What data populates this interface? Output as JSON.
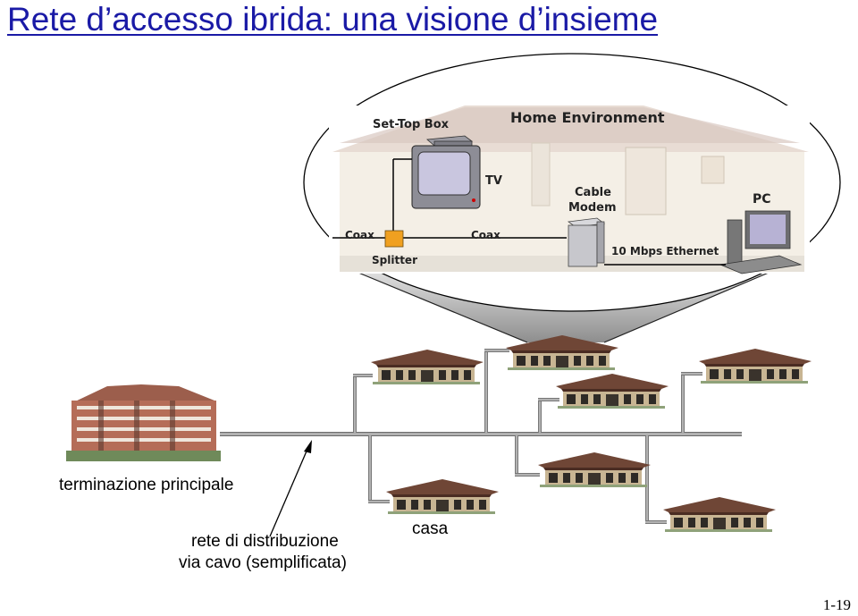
{
  "title": "Rete d’accesso ibrida: una visione d’insieme",
  "home_environment": {
    "heading": "Home Environment",
    "set_top_box": "Set-Top Box",
    "tv": "TV",
    "cable_modem_line1": "Cable",
    "cable_modem_line2": "Modem",
    "pc": "PC",
    "coax_left": "Coax",
    "coax_right": "Coax",
    "splitter": "Splitter",
    "ethernet": "10 Mbps Ethernet"
  },
  "labels": {
    "headend": "terminazione principale",
    "network_line1": "rete di distribuzione",
    "network_line2": "via cavo (semplificata)",
    "home": "casa"
  },
  "page_number": "1-19",
  "colors": {
    "title": "#1a1aa6",
    "splitter": "#f0a020",
    "cable": "#8c8c8c",
    "house_roof": "#7a4a3a",
    "house_wall": "#c9b79a"
  }
}
